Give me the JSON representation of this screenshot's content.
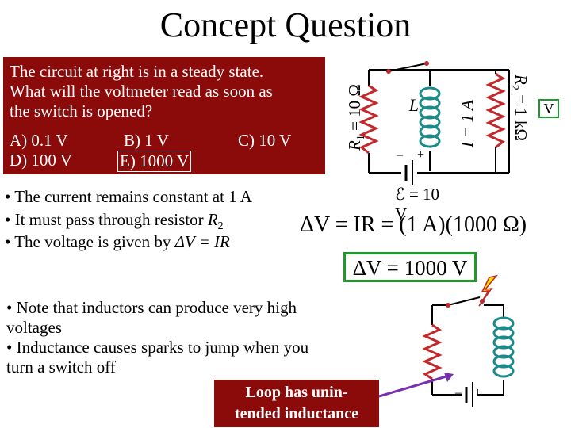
{
  "title": "Concept Question",
  "question": {
    "lines": [
      "The circuit at right is in a steady state.",
      "What will the voltmeter read as soon as",
      "the switch is opened?"
    ],
    "options": {
      "a": "A) 0.1 V",
      "b": "B) 1 V",
      "c": "C) 10 V",
      "d": "D) 100 V",
      "e": "E) 1000 V"
    }
  },
  "circuit": {
    "r1_label": "R",
    "r1_sub": "1",
    "r1_value": " = 10 Ω",
    "inductor_label": "L",
    "current_label": "I = 1 A",
    "r2_label": "R",
    "r2_sub": "2",
    "r2_value": " = 1 kΩ",
    "voltmeter": "V",
    "battery_minus": "–",
    "battery_plus": "+",
    "emf_label": "ℰ = 10",
    "emf_unit": "V"
  },
  "bullets": [
    "• The current remains constant at 1 A",
    "• It must pass through resistor ",
    "• The voltage is given by "
  ],
  "bullet_r2": "R",
  "bullet_r2_sub": "2",
  "bullet_formula": "ΔV = IR",
  "formula": "ΔV = IR = (1 A)(1000 Ω)",
  "result": "ΔV = 1000 V",
  "note": [
    "• Note that inductors can produce very high",
    "voltages",
    "• Inductance causes sparks to jump when you",
    "turn a switch off"
  ],
  "loop_label": [
    "Loop has unin-",
    "tended inductance"
  ],
  "circuit2": {
    "battery_minus": "–",
    "battery_plus": "+"
  },
  "colors": {
    "dark_red": "#8b0b0b",
    "green": "#1e9a2c",
    "teal": "#1d8a8a",
    "purple": "#7a2fb0",
    "spark": "#f2e200"
  }
}
